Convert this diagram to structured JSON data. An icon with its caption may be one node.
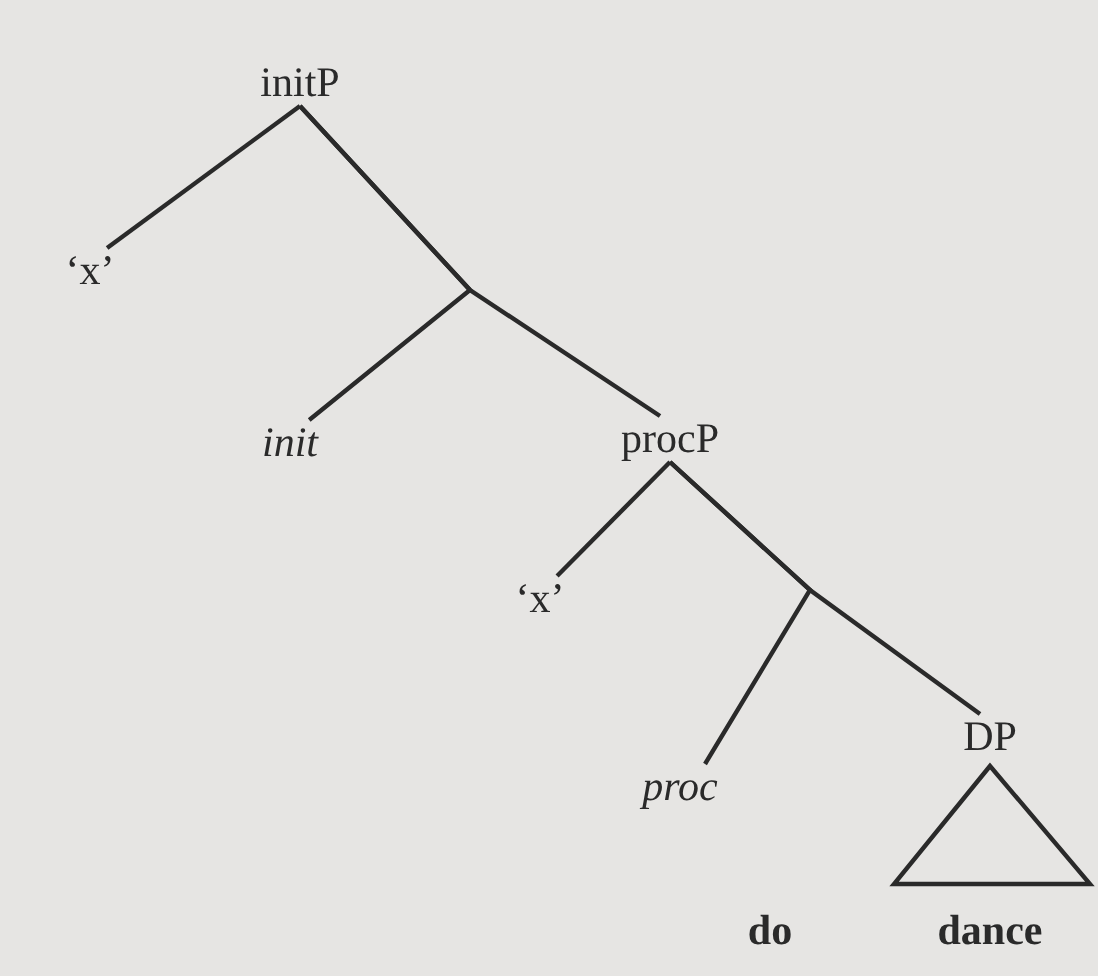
{
  "diagram": {
    "nodes": [
      {
        "text": [
          "initP"
        ]
      },
      {
        "text": [
          "‘x’"
        ]
      },
      {
        "text": [
          "init"
        ]
      },
      {
        "text": [
          "procP"
        ]
      },
      {
        "text": [
          "‘x’"
        ]
      },
      {
        "text": [
          "proc"
        ],
        "beside": [
          "do"
        ]
      },
      {
        "text": [
          "DP"
        ],
        "beside": [
          "dance"
        ]
      }
    ],
    "edges": [
      {
        "from": 0,
        "to": 1,
        "arrow": "none"
      },
      {
        "from": 0,
        "to": 2,
        "arrow": "none"
      },
      {
        "from": 0,
        "to": 3,
        "arrow": "none"
      },
      {
        "from": 3,
        "to": 4,
        "arrow": "none"
      },
      {
        "from": 3,
        "to": 5,
        "arrow": "none"
      },
      {
        "from": 3,
        "to": 6,
        "arrow": "none"
      }
    ]
  }
}
